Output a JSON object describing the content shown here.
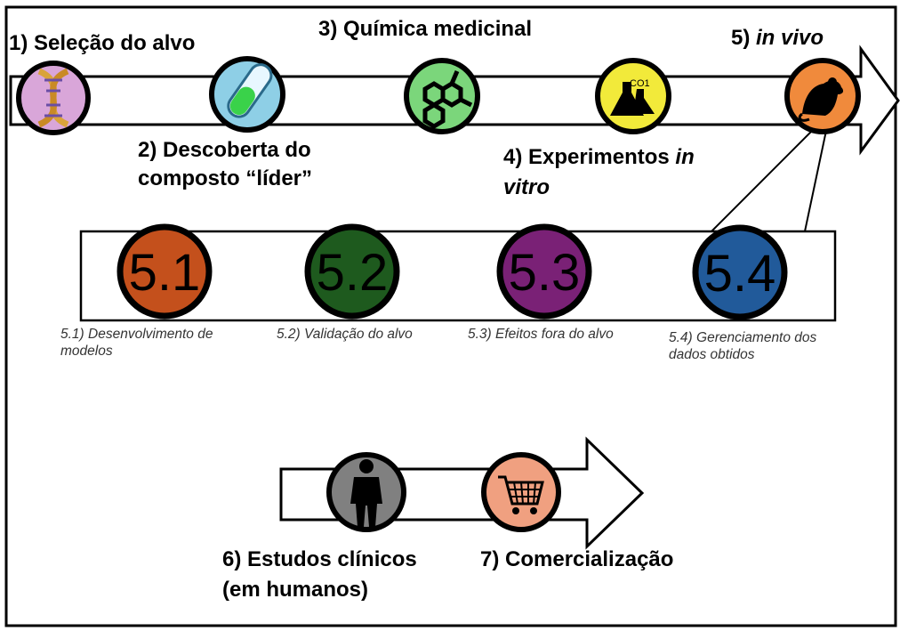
{
  "steps": {
    "s1": "1) Seleção do alvo",
    "s2_line1": "2) Descoberta do",
    "s2_line2": "composto “líder”",
    "s3": "3) Química medicinal",
    "s4_prefix": "4) Experimentos ",
    "s4_italic1": "in",
    "s4_italic2": "vitro",
    "s5_prefix": "5) ",
    "s5_italic": "in vivo",
    "s6_line1": "6) Estudos clínicos",
    "s6_line2": "(em humanos)",
    "s7": "7) Comercialização"
  },
  "substeps": [
    {
      "number": "5.1",
      "color": "#c4501c",
      "desc_line1": "5.1) Desenvolvimento de",
      "desc_line2": "modelos"
    },
    {
      "number": "5.2",
      "color": "#1e5a1e",
      "desc_line1": "5.2) Validação do alvo",
      "desc_line2": ""
    },
    {
      "number": "5.3",
      "color": "#7a2176",
      "desc_line1": "5.3) Efeitos fora do alvo",
      "desc_line2": ""
    },
    {
      "number": "5.4",
      "color": "#215a9a",
      "desc_line1": "5.4) Gerenciamento dos",
      "desc_line2": "dados obtidos"
    }
  ],
  "icons": [
    "dna-icon",
    "test-tube-icon",
    "molecule-icon",
    "flask-icon",
    "rat-icon",
    "human-silhouette-icon",
    "shopping-cart-icon"
  ],
  "colors": {
    "dna_circle": "#d9a6d9",
    "tube_circle": "#8ecfe6",
    "molecule_circle": "#7bd67b",
    "flask_circle": "#f2ea3a",
    "rat_circle": "#f08a3c",
    "human_circle": "#808080",
    "cart_circle": "#f0a080"
  }
}
